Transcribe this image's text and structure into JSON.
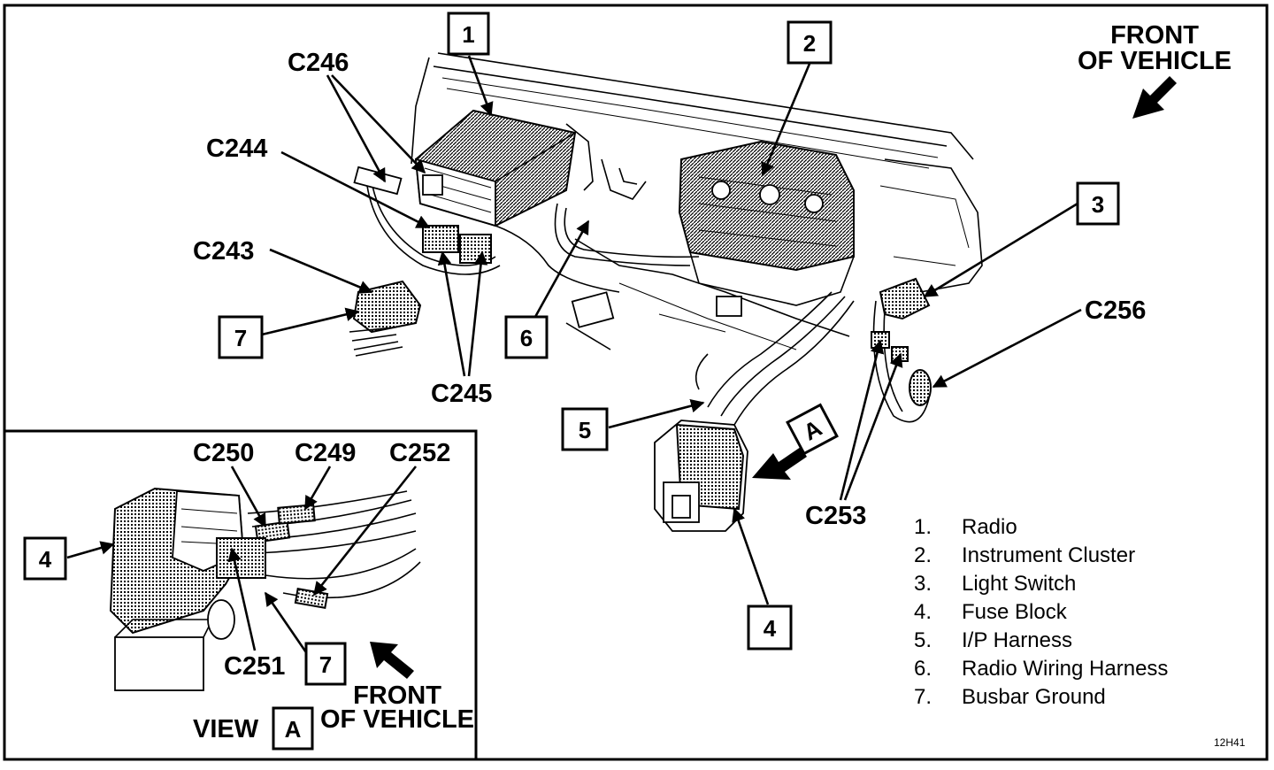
{
  "diagram": {
    "callout_numbers": {
      "c1": "1",
      "c2": "2",
      "c3": "3",
      "c4": "4",
      "c4b": "4",
      "c5": "5",
      "c6": "6",
      "c7": "7",
      "c7b": "7",
      "va": "A",
      "vb": "A"
    },
    "connectors": {
      "c246": "C246",
      "c244": "C244",
      "c243": "C243",
      "c245": "C245",
      "c256": "C256",
      "c253": "C253",
      "c250": "C250",
      "c249": "C249",
      "c252": "C252",
      "c251": "C251"
    },
    "front_of_vehicle_top": [
      "FRONT",
      "OF VEHICLE"
    ],
    "front_of_vehicle_inset": [
      "FRONT",
      "OF VEHICLE"
    ],
    "view_label": "VIEW",
    "figure_code": "12H41",
    "legend": [
      {
        "n": "1.",
        "text": "Radio"
      },
      {
        "n": "2.",
        "text": "Instrument Cluster"
      },
      {
        "n": "3.",
        "text": "Light Switch"
      },
      {
        "n": "4.",
        "text": "Fuse Block"
      },
      {
        "n": "5.",
        "text": "I/P Harness"
      },
      {
        "n": "6.",
        "text": "Radio Wiring Harness"
      },
      {
        "n": "7.",
        "text": "Busbar Ground"
      }
    ]
  }
}
